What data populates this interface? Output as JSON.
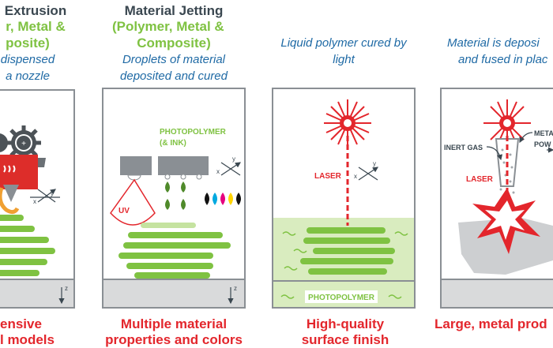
{
  "columns": [
    {
      "title": "Extrusion",
      "material": [
        "r, Metal &",
        "posite)"
      ],
      "description": [
        "dispensed",
        "a nozzle"
      ],
      "feature": [
        "ensive",
        "l models"
      ]
    },
    {
      "title": "Material Jetting",
      "material": [
        "(Polymer, Metal &",
        "Composite)"
      ],
      "description": [
        "Droplets of material",
        "deposited and cured"
      ],
      "feature": [
        "Multiple material",
        "properties and colors"
      ],
      "labels": {
        "photopolymer": [
          "PHOTOPOLYMER",
          "(& INK)"
        ],
        "uv": "UV"
      }
    },
    {
      "title": "",
      "description": [
        "Liquid polymer cured by",
        "light"
      ],
      "feature": [
        "High-quality",
        "surface finish"
      ],
      "labels": {
        "laser": "LASER",
        "photopolymer": "PHOTOPOLYMER"
      }
    },
    {
      "title": "",
      "description": [
        "Material is deposi",
        "and fused in plac"
      ],
      "feature": [
        "Large, metal prod"
      ],
      "labels": {
        "inert_gas": "INERT GAS",
        "metal_powder": [
          "META",
          "POW"
        ],
        "laser": "LASER"
      }
    }
  ],
  "axes": {
    "x": "x",
    "y": "y",
    "z": "z"
  },
  "colors": {
    "title": "#3a4750",
    "material": "#7fc242",
    "description": "#1f6aa5",
    "feature": "#e3262c",
    "laser": "#e3262c",
    "print_green": "#7fc242",
    "bath": "#d9ecbf",
    "frame": "#8a8f94",
    "platform": "#d9dadb"
  }
}
